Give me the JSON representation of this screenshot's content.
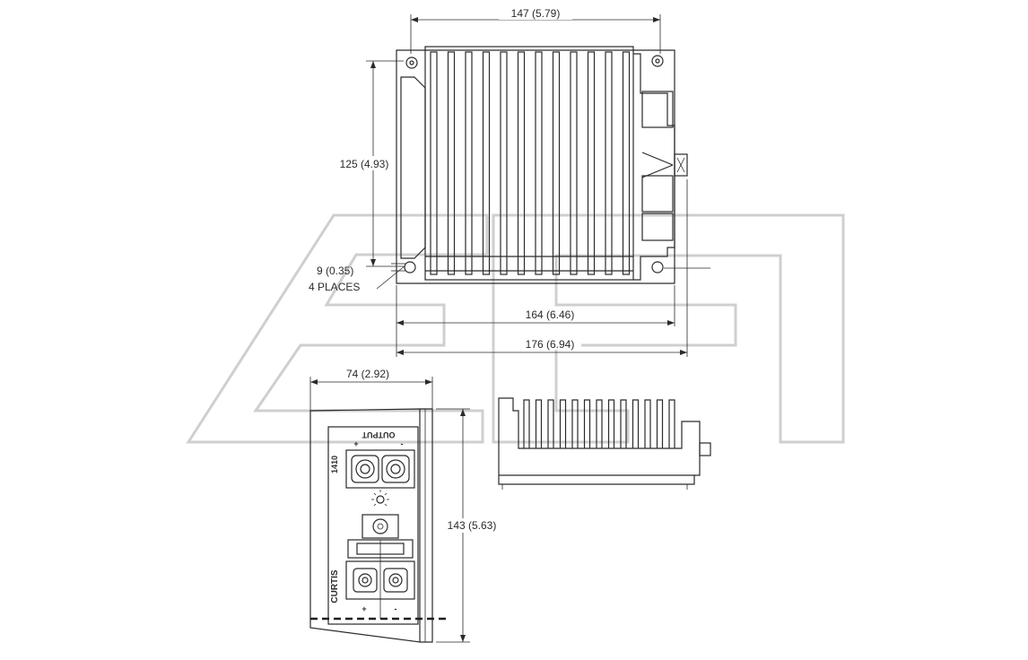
{
  "dimensions": {
    "top_width": "147 (5.79)",
    "height": "125 (4.93)",
    "hole": "9 (0.35)",
    "hole_count": "4 PLACES",
    "inner_width": "164 (6.46)",
    "overall_width": "176 (6.94)",
    "side_width": "74 (2.92)",
    "side_height": "143 (5.63)"
  },
  "front_panel": {
    "output_label": "OUTPUT",
    "output_plus": "+",
    "output_minus": "-",
    "model": "1410",
    "brand": "CURTIS",
    "input_plus": "+",
    "input_minus": "-"
  },
  "watermark": {
    "color": "#cfcfcf",
    "description": "AE"
  }
}
